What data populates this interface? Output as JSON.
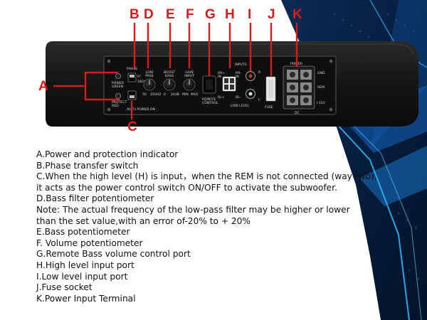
{
  "callouts": {
    "A": "A",
    "B": "B",
    "C": "C",
    "D": "D",
    "E": "E",
    "F": "F",
    "G": "G",
    "H": "H",
    "I": "I",
    "J": "J",
    "K": "K"
  },
  "panel": {
    "phase": "PHASE",
    "phase_0": "0°",
    "phase_180": "180°",
    "power_green": "POWER\nGREEN",
    "protect_red": "PROTECT\nRED",
    "auto_power_on": "AUTO POWER ON",
    "low_pass": "LOW\nPASS",
    "low_pass_min": "50",
    "low_pass_max": "150HZ",
    "boost_bass": "BOOST\nBASS",
    "boost_min": "0",
    "boost_max": "24dB",
    "gain_input": "GAIN\nINPUT",
    "gain_min": "MIN",
    "gain_max": "MAX",
    "remote_control": "REMOTE\nCONTROL",
    "inputs": "INPUTS",
    "input_r": "R",
    "input_l": "L",
    "low_level": "LOW LEVEL",
    "hl_rr": "RR+\nIN",
    "hl_rr2": "RR-\nIN",
    "hl_rl": "RL+",
    "hl_rl2": "RL-",
    "fuse": "FUSE",
    "power": "POWER",
    "gnd": "GND",
    "rem": "REM",
    "plus12": "+12V",
    "dc": "DC"
  },
  "descriptions": [
    "A.Power and protection indicator",
    "B.Phase transfer switch",
    "C.When the high level (H) is input，when the REM is not connected (way two),",
    "it acts as the power control switch ON/OFF to activate the subwoofer.",
    "D.Bass filter potentiometer",
    "Note: The actual frequency of the low-pass filter may be higher or lower",
    "than the set value,with an error of-20% to + 20%",
    "E.Bass potentiometer",
    "F. Volume potentiometer",
    "G.Remote Bass volume control port",
    "H.High level input port",
    "I.Low level input port",
    "J.Fuse socket",
    "K.Power Input Terminal"
  ],
  "colors": {
    "callout": "#d81b1b",
    "chassis": "#1b1b1b",
    "accent_blue": "#1e88e5"
  }
}
